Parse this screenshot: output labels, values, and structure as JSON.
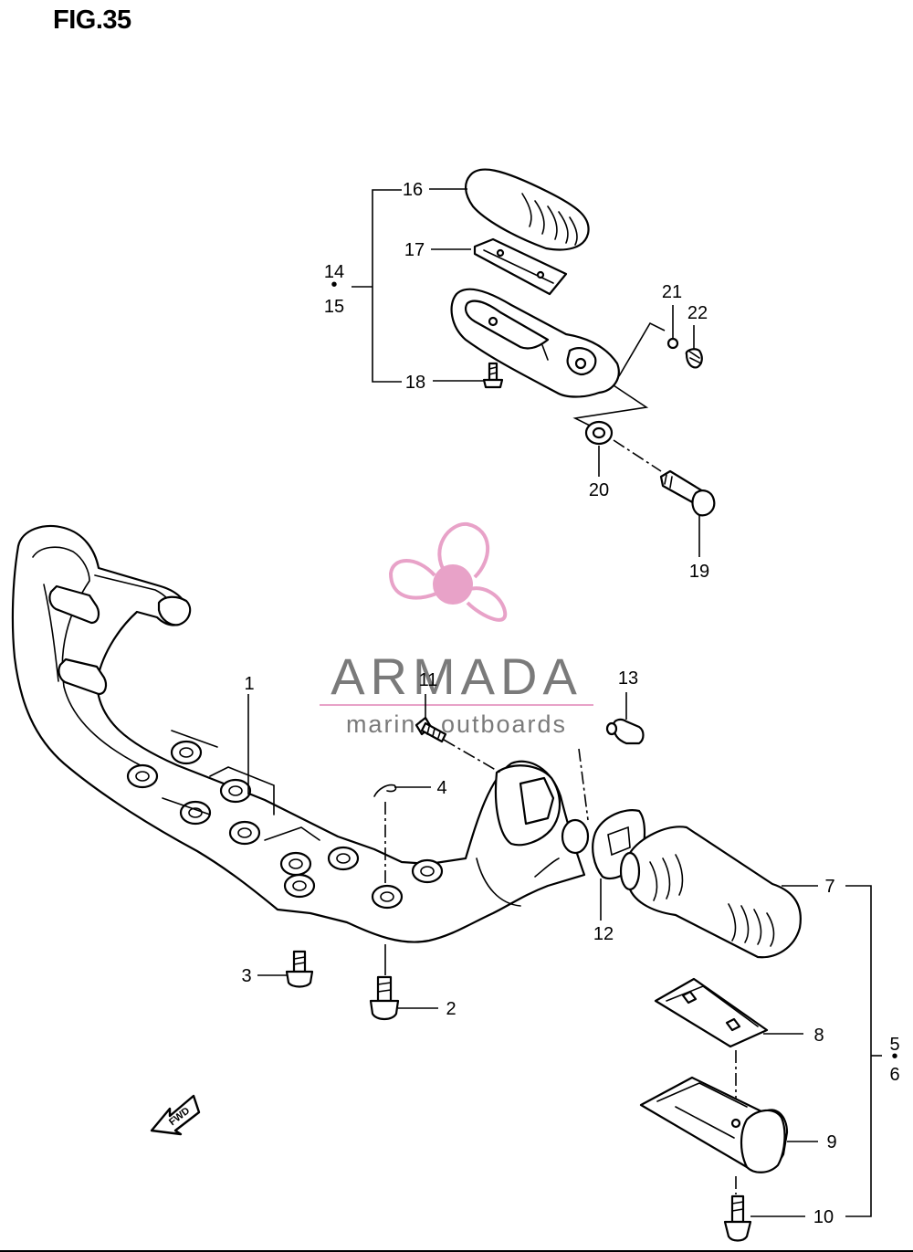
{
  "figure": {
    "title": "FIG.35"
  },
  "watermark": {
    "brand": "ARMADA",
    "tagline": "marine outboards",
    "logo_icon": "propeller-icon",
    "logo_color": "#e8a2c8",
    "text_color": "#7a7a7a"
  },
  "direction_badge": {
    "label": "FWD",
    "icon": "arrow-left-icon"
  },
  "callouts": {
    "p1": "1",
    "p2": "2",
    "p3": "3",
    "p4": "4",
    "p5": "5",
    "p6": "6",
    "p7": "7",
    "p8": "8",
    "p9": "9",
    "p10": "10",
    "p11": "11",
    "p12": "12",
    "p13": "13",
    "p14": "14",
    "p15": "15",
    "p16": "16",
    "p17": "17",
    "p18": "18",
    "p19": "19",
    "p20": "20",
    "p21": "21",
    "p22": "22"
  },
  "separator": "•"
}
